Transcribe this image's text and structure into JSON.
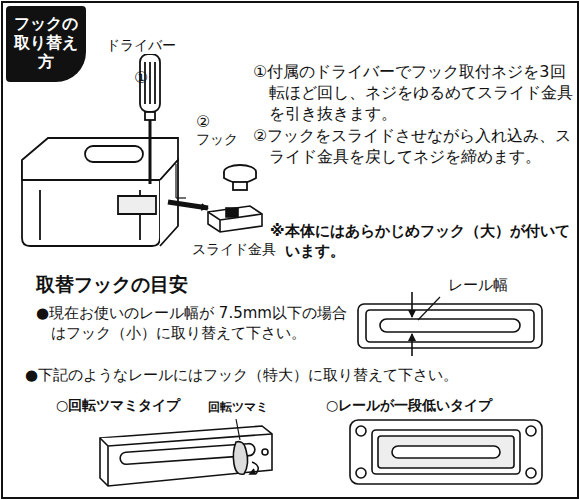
{
  "diagram": {
    "nodes": [
      {
        "text": [
          "フックの取り替え方"
        ]
      }
    ],
    "labels": [
      "ドライバー",
      "①",
      "②",
      "フック",
      "スライド金具",
      "①付属のドライバーでフック取付ネジを3回転ほど回し、ネジをゆるめてスライド金具を引き抜きます。",
      "②フックをスライドさせながら入れ込み、スライド金具を戻してネジを締めます。",
      "※本体にはあらかじめフック（大）が付いています。",
      "取替フックの目安",
      "●現在お使いのレール幅が 7.5mm以下の場合はフック（小）に取り替えて下さい。",
      "レール幅",
      "●下記のようなレールにはフック（特大）に取り替えて下さい。",
      "○回転ツマミタイプ",
      "回転ツマミ",
      "○レールが一段低いタイプ"
    ]
  }
}
